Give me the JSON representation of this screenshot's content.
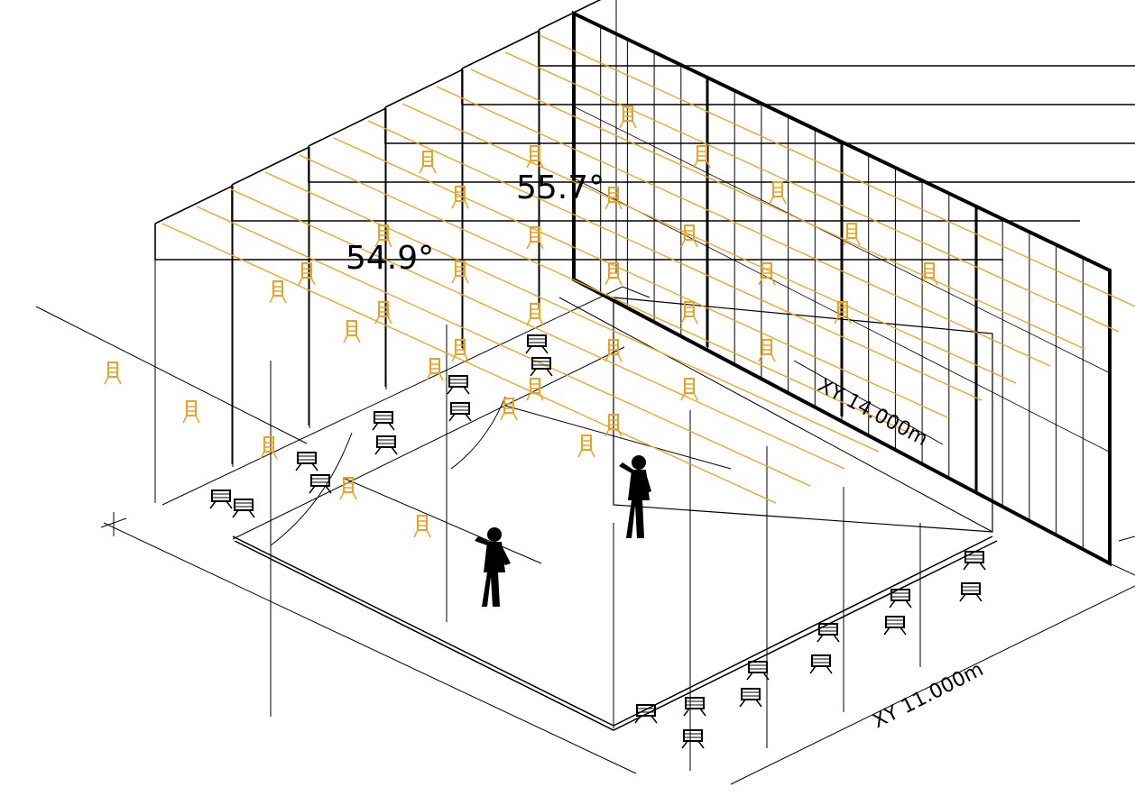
{
  "annotations": {
    "angle_front": "54.9°",
    "angle_back": "55.7°",
    "dim_depth": "XY 14.000m",
    "dim_width": "XY 11.000m"
  },
  "colors": {
    "line": "#000000",
    "fixture": "#f0a020",
    "background": "#ffffff"
  },
  "icons": {
    "fixture": "spotlight-fixture-icon",
    "figure": "human-figure-icon",
    "camera": "camera-rig-icon"
  }
}
